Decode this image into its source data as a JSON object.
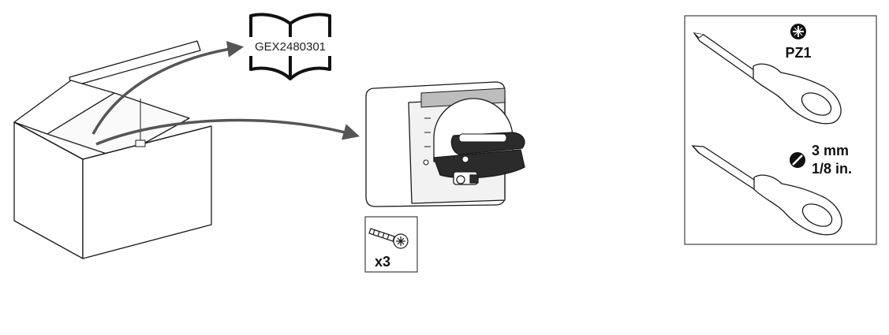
{
  "manual": {
    "code": "GEX2480301"
  },
  "screws": {
    "quantity": "x3"
  },
  "tools": {
    "pozidriv": {
      "label": "PZ1",
      "icon": "pozidriv-icon"
    },
    "flat": {
      "label_metric": "3 mm",
      "label_imperial": "1/8 in.",
      "icon": "flat-slot-icon"
    }
  },
  "colors": {
    "line": "#1a1a1a",
    "arrow": "#555555",
    "label_band": "#bdbdbd"
  }
}
